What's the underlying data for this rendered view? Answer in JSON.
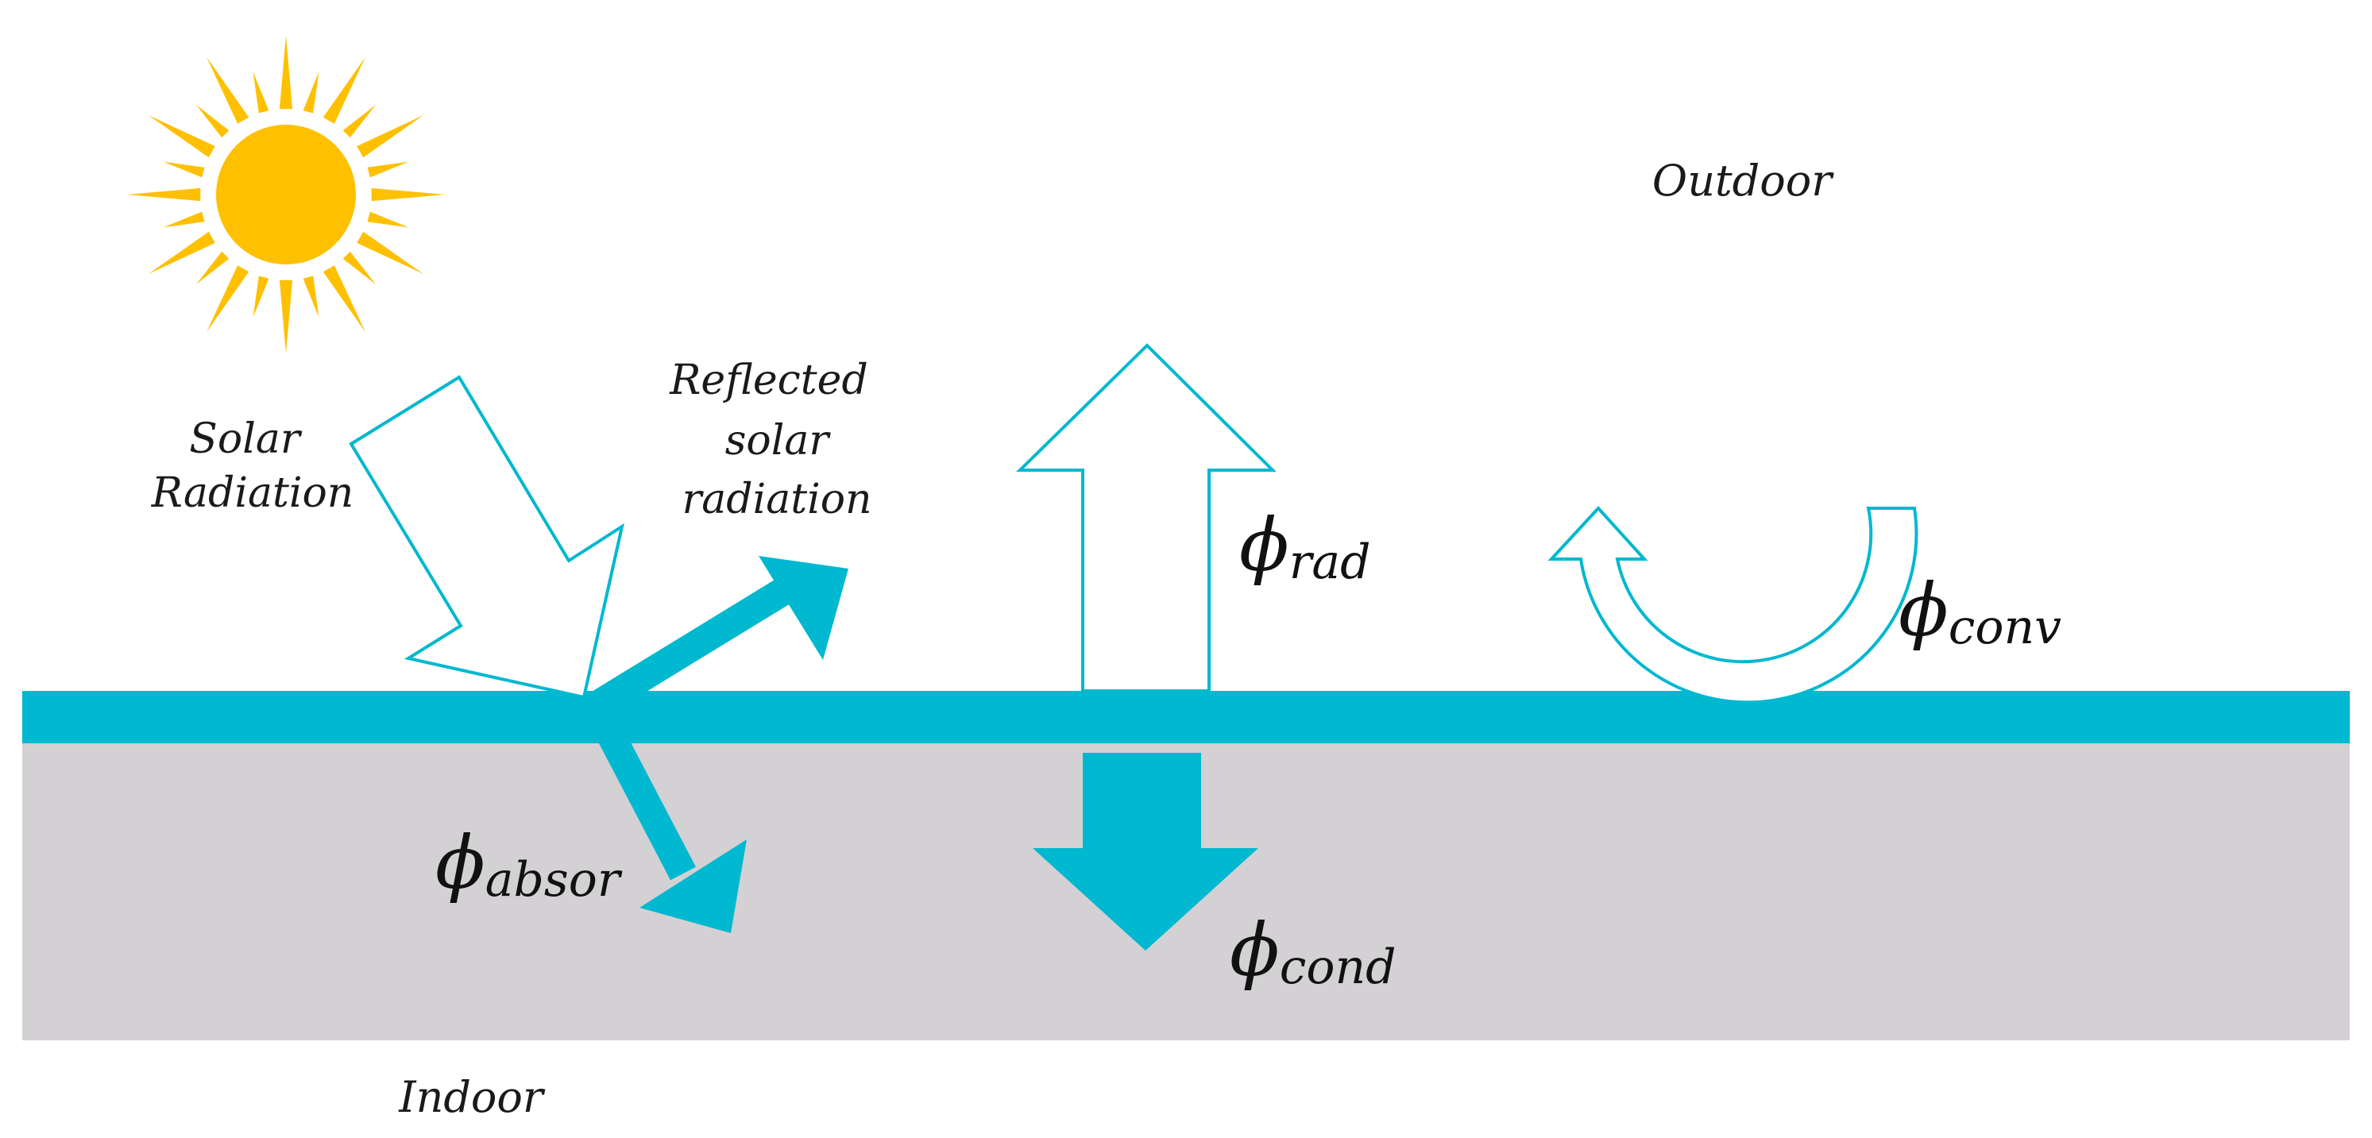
{
  "labels": {
    "outdoor": "Outdoor",
    "indoor": "Indoor",
    "solar_radiation_line1": "Solar",
    "solar_radiation_line2": "Radiation",
    "reflected_line1": "Reflected",
    "reflected_line2": "solar",
    "reflected_line3": "radiation"
  },
  "fluxes": {
    "phi": "ϕ",
    "rad": "rad",
    "conv": "conv",
    "cond": "cond",
    "absor": "absor"
  },
  "colors": {
    "accent": "#00B8D0",
    "sun": "#FFC000",
    "indoor_layer": "#D3D1D3",
    "arrow_fill": "#FFFFFF"
  },
  "icons": {
    "sun": "sun-icon"
  }
}
